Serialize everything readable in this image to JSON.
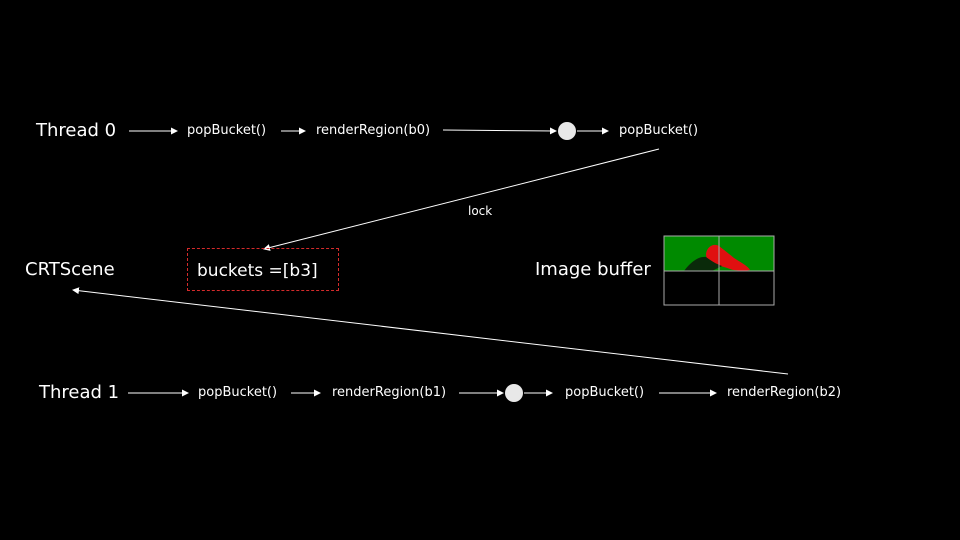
{
  "thread0": {
    "label": "Thread 0",
    "steps": [
      "popBucket()",
      "renderRegion(b0)",
      "popBucket()"
    ]
  },
  "thread1": {
    "label": "Thread 1",
    "steps": [
      "popBucket()",
      "renderRegion(b1)",
      "popBucket()",
      "renderRegion(b2)"
    ]
  },
  "scene": {
    "label": "CRTScene"
  },
  "buckets": {
    "label": "buckets =[b3]"
  },
  "lock": {
    "label": "lock"
  },
  "image_buffer": {
    "label": "Image buffer",
    "tiles_rendered": 2,
    "tiles_total": 4,
    "fill_color": "#008a00",
    "shape_color": "#e01010"
  },
  "colors": {
    "background": "#000000",
    "arrow": "#ffffff",
    "sync_point": "#e8e8e8",
    "buckets_border": "#d42b2b"
  }
}
